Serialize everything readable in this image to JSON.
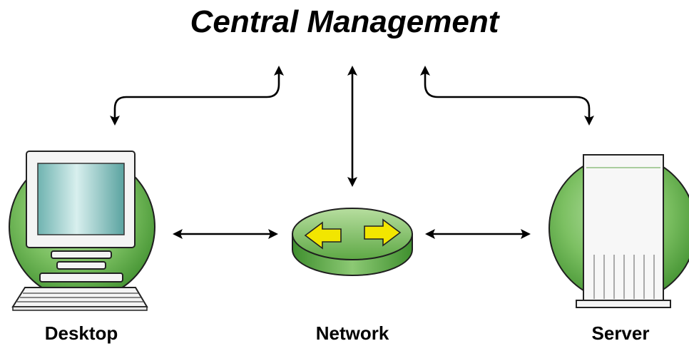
{
  "title": "Central Management",
  "nodes": {
    "desktop": {
      "label": "Desktop"
    },
    "network": {
      "label": "Network"
    },
    "server": {
      "label": "Server"
    }
  },
  "colors": {
    "green_dark": "#3f8f2e",
    "green_light": "#a9d69a",
    "arrow": "#000000",
    "yellow_arrow": "#f2e600"
  }
}
